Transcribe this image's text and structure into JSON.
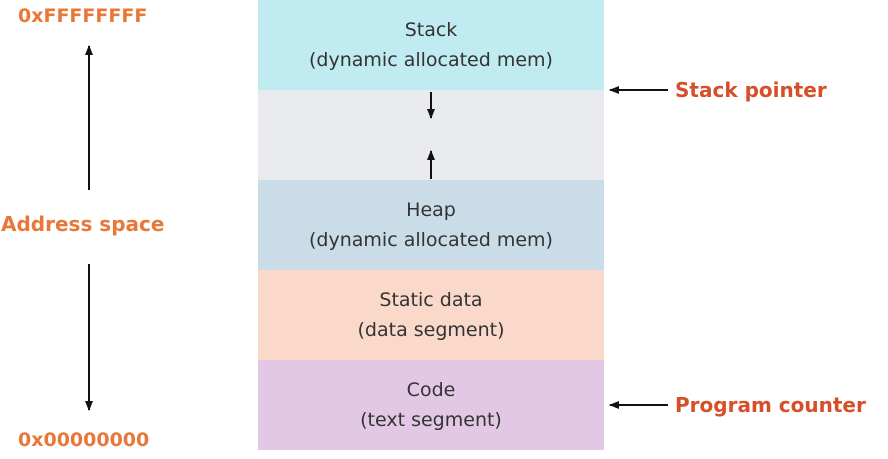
{
  "colors": {
    "address_orange": "#E8783A",
    "pointer_red": "#D5502A",
    "text_dark": "#333333",
    "arrow_dark": "#111111"
  },
  "address": {
    "top": "0xFFFFFFFF",
    "bottom": "0x00000000",
    "space_label": "Address space"
  },
  "segments": [
    {
      "id": "stack",
      "line1": "Stack",
      "line2": "(dynamic allocated mem)",
      "color": "#C0EBF1"
    },
    {
      "id": "free",
      "line1": "",
      "line2": "",
      "color": "#E8EAEE"
    },
    {
      "id": "heap",
      "line1": "Heap",
      "line2": "(dynamic allocated mem)",
      "color": "#C9DCE7"
    },
    {
      "id": "static",
      "line1": "Static data",
      "line2": "(data segment)",
      "color": "#FAD9CA"
    },
    {
      "id": "code",
      "line1": "Code",
      "line2": "(text segment)",
      "color": "#E3C8E6"
    }
  ],
  "pointers": {
    "stack_pointer": "Stack pointer",
    "program_counter": "Program counter"
  }
}
